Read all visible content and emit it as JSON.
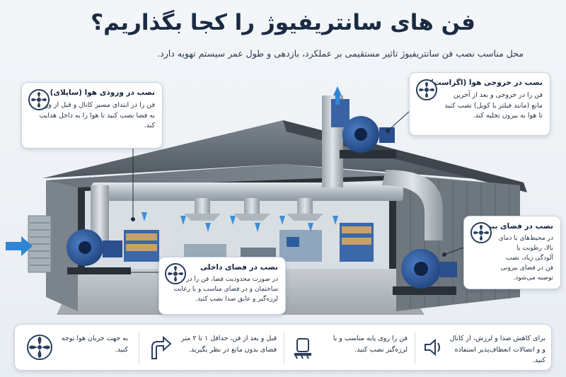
{
  "title": "فن های سانتریفیوژ را کجا بگذاریم؟",
  "subtitle": "محل مناسب نصب فن سانتریفیوژ تاثیر مستقیمی بر عملکرد، بازدهی و طول عمر سیستم تهویه دارد.",
  "callouts": {
    "inlet": {
      "title": "نصب در ورودی هوا (ساپلای)",
      "text": "فن را در ابتدای مسیر کانال و قبل از ورود به فضا نصب کنید تا هوا را به داخل هدایت کند."
    },
    "exhaust": {
      "title": "نصب در خروجی هوا (اگزاست)",
      "text": "فن را در خروجی و بعد از آخرین مانع (مانند فیلتر یا کویل) نصب کنید تا هوا به بیرون تخلیه کند."
    },
    "outdoor": {
      "title": "نصب در فضای بیرونی",
      "text": "در محیط‌های با دمای بالا، رطوبت یا آلودگی زیاد، نصب فن در فضای بیرونی توصیه می‌شود."
    },
    "indoor": {
      "title": "نصب در فضای داخلی",
      "text": "در صورت محدودیت فضا، فن را در داخل ساختمان و در فضای مناسب و با رعایت لرزه‌گیر و عایق صدا نصب کنید."
    }
  },
  "tips": [
    {
      "icon": "sound-dampening-icon",
      "text": "برای کاهش صدا و لرزش، از کانال و و اتصالات انعطاف‌پذیر استفاده کنید."
    },
    {
      "icon": "vibration-base-icon",
      "text": "فن را روی پایه مناسب و با لرزه‌گیر نصب کنید."
    },
    {
      "icon": "duct-elbow-icon",
      "text": "قبل و بعد از فن، حداقل ۱ تا ۲ متر فضای بدون مانع در نظر بگیرید."
    },
    {
      "icon": "fan-icon",
      "text": "به جهت جریان هوا توجه کنید."
    }
  ],
  "colors": {
    "title": "#1b2b44",
    "fan_blue": "#2f5fa8",
    "duct": "#b9c2cb",
    "arrow": "#2f86d6",
    "building": "#5d6670"
  }
}
